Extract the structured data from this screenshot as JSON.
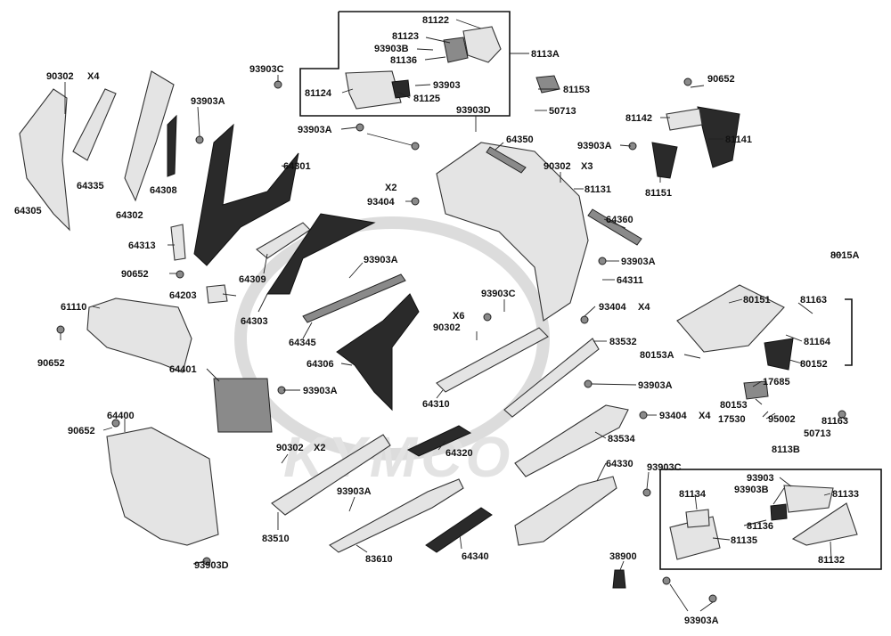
{
  "watermark": {
    "text": "KYMCO"
  },
  "labels": {
    "l81122": "81122",
    "l81123": "81123",
    "l93903b_top": "93903B",
    "l81136_top": "81136",
    "l8113a": "8113A",
    "l93903_top": "93903",
    "l81124": "81124",
    "l81125": "81125",
    "l90302a": "90302",
    "lx4a": "X4",
    "l93903c_top": "93903C",
    "l93903a_1": "93903A",
    "l93903d_top": "93903D",
    "l81153_top": "81153",
    "l50713_top": "50713",
    "l90652_top": "90652",
    "l81142": "81142",
    "l81141": "81141",
    "l64335": "64335",
    "l64308": "64308",
    "l64302": "64302",
    "l64305": "64305",
    "l93903a_2": "93903A",
    "l64350": "64350",
    "l93903a_3": "93903A",
    "l90302b": "90302",
    "lx3": "X3",
    "l81131": "81131",
    "l81151": "81151",
    "l64301": "64301",
    "lx2a": "X2",
    "l93404a": "93404",
    "l64313": "64313",
    "l64360": "64360",
    "l93903a_4": "93903A",
    "l8015a": "8015A",
    "l90652_b": "90652",
    "l64309": "64309",
    "l64311": "64311",
    "l81163_a": "81163",
    "l64203": "64203",
    "l93903c_b": "93903C",
    "l80151": "80151",
    "l61110": "61110",
    "l64303": "64303",
    "lx6": "X6",
    "l93404b": "93404",
    "lx4b": "X4",
    "l90302c": "90302",
    "l83532": "83532",
    "l81164": "81164",
    "l64345": "64345",
    "l90652_c": "90652",
    "l80153a": "80153A",
    "l80152": "80152",
    "l64306": "64306",
    "l93903a_5": "93903A",
    "l64401": "64401",
    "l93903a_6": "93903A",
    "l80153": "80153",
    "l17685": "17685",
    "l64310": "64310",
    "l93404c": "93404",
    "lx4c": "X4",
    "l17530": "17530",
    "l95002": "95002",
    "l64400": "64400",
    "l81163_b": "81163",
    "l50713_b": "50713",
    "l90652_d": "90652",
    "l83534": "83534",
    "l8113b": "8113B",
    "l90302d": "90302",
    "lx2b": "X2",
    "l64320": "64320",
    "l64330": "64330",
    "l93903c_c": "93903C",
    "l93903_b": "93903",
    "l93903b_b": "93903B",
    "l81134": "81134",
    "l81133": "81133",
    "l93903a_7": "93903A",
    "l83510": "83510",
    "l81136_b": "81136",
    "l81135": "81135",
    "l81132": "81132",
    "l83610": "83610",
    "l64340": "64340",
    "l38900": "38900",
    "l93903d_b": "93903D",
    "l93903a_8": "93903A"
  }
}
